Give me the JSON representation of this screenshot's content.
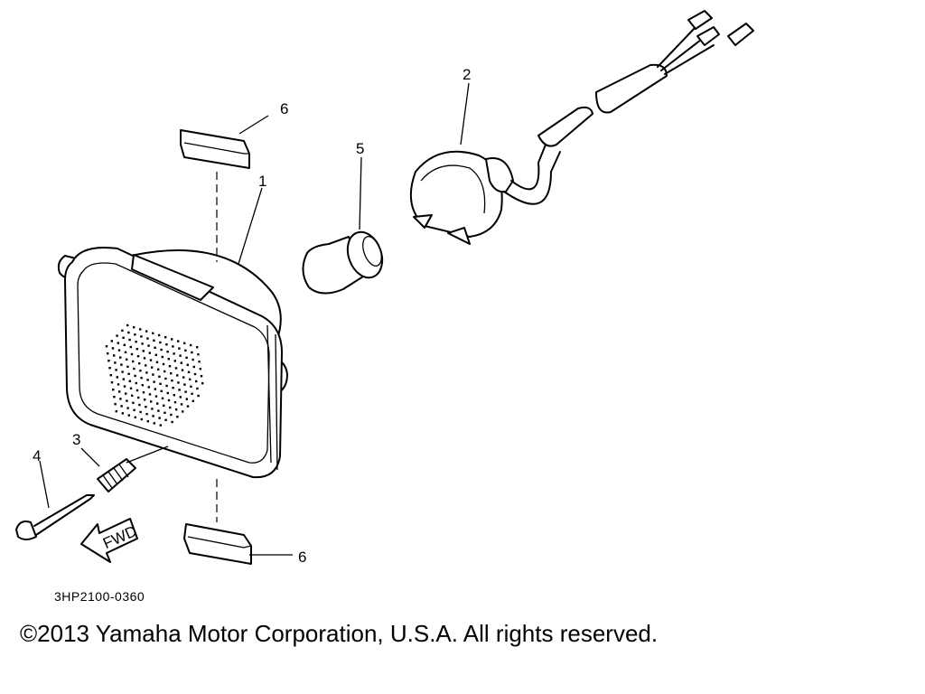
{
  "parts": [
    {
      "label": "1",
      "name": "Headlight unit"
    },
    {
      "label": "2",
      "name": "Socket cord"
    },
    {
      "label": "3",
      "name": "Adjusting screw"
    },
    {
      "label": "4",
      "name": "Screw"
    },
    {
      "label": "5",
      "name": "Bulb"
    },
    {
      "label": "6",
      "name": "Cushion"
    }
  ],
  "callouts": {
    "c1": "1",
    "c2": "2",
    "c3": "3",
    "c4": "4",
    "c5": "5",
    "c6_top": "6",
    "c6_bottom": "6"
  },
  "arrow_label": "FWD",
  "diagram_code": "3HP2100-0360",
  "copyright": "©2013 Yamaha Motor Corporation, U.S.A. All rights reserved."
}
